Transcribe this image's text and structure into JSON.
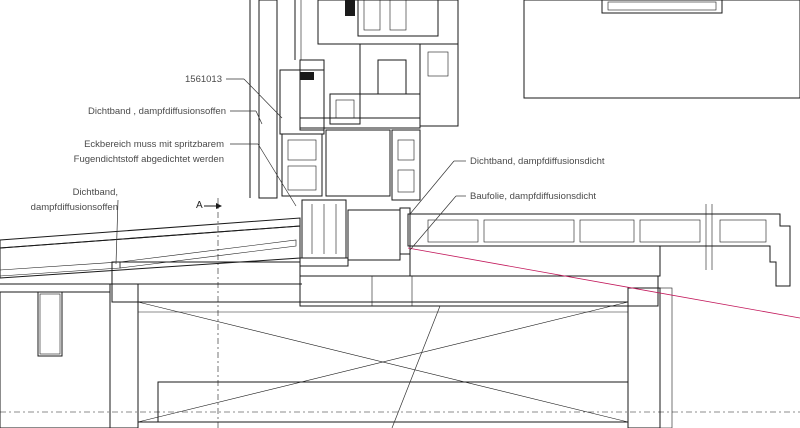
{
  "labels": {
    "part_no": "1561013",
    "dichtband_offen_upper": "Dichtband , dampfdiffusionsoffen",
    "eckbereich_l1": "Eckbereich muss mit spritzbarem",
    "eckbereich_l2": "Fugendichtstoff abgedichtet werden",
    "dichtband_offen_left_l1": "Dichtband,",
    "dichtband_offen_left_l2": "dampfdiffusionsoffen",
    "dichtband_dicht": "Dichtband, dampfdiffusionsdicht",
    "baufolie": "Baufolie, dampfdiffusionsdicht",
    "section_marker": "A"
  },
  "colors": {
    "line": "#1a1a1a",
    "highlight_fill": "#f2ea1c",
    "section_line": "#c2185b",
    "label_text": "#4a4a4a"
  }
}
